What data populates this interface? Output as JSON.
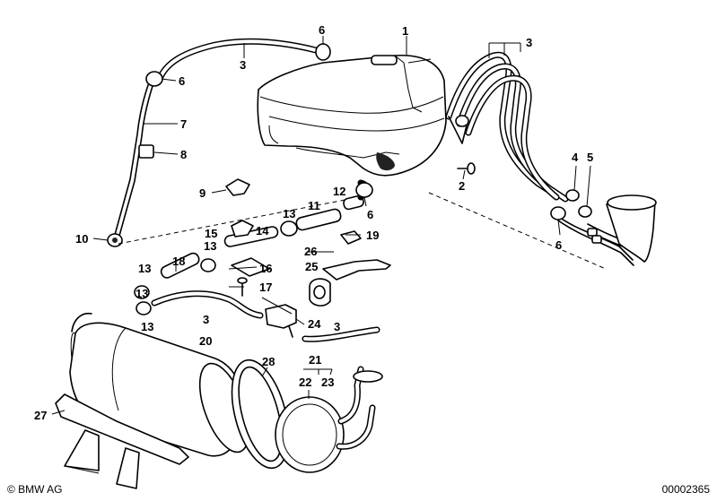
{
  "diagram": {
    "callouts": [
      {
        "id": "c1",
        "label": "1"
      },
      {
        "id": "c2",
        "label": "2"
      },
      {
        "id": "c3a",
        "label": "3"
      },
      {
        "id": "c3b",
        "label": "3"
      },
      {
        "id": "c3c",
        "label": "3"
      },
      {
        "id": "c3d",
        "label": "3"
      },
      {
        "id": "c4",
        "label": "4"
      },
      {
        "id": "c5",
        "label": "5"
      },
      {
        "id": "c6a",
        "label": "6"
      },
      {
        "id": "c6b",
        "label": "6"
      },
      {
        "id": "c6c",
        "label": "6"
      },
      {
        "id": "c6d",
        "label": "6"
      },
      {
        "id": "c7",
        "label": "7"
      },
      {
        "id": "c8",
        "label": "8"
      },
      {
        "id": "c9",
        "label": "9"
      },
      {
        "id": "c10",
        "label": "10"
      },
      {
        "id": "c11",
        "label": "11"
      },
      {
        "id": "c12",
        "label": "12"
      },
      {
        "id": "c13a",
        "label": "13"
      },
      {
        "id": "c13b",
        "label": "13"
      },
      {
        "id": "c13c",
        "label": "13"
      },
      {
        "id": "c13d",
        "label": "13"
      },
      {
        "id": "c13e",
        "label": "13"
      },
      {
        "id": "c14",
        "label": "14"
      },
      {
        "id": "c15",
        "label": "15"
      },
      {
        "id": "c16",
        "label": "16"
      },
      {
        "id": "c17",
        "label": "17"
      },
      {
        "id": "c18",
        "label": "18"
      },
      {
        "id": "c19",
        "label": "19"
      },
      {
        "id": "c20",
        "label": "20"
      },
      {
        "id": "c21",
        "label": "21"
      },
      {
        "id": "c22",
        "label": "22"
      },
      {
        "id": "c23",
        "label": "23"
      },
      {
        "id": "c24",
        "label": "24"
      },
      {
        "id": "c25",
        "label": "25"
      },
      {
        "id": "c26",
        "label": "26"
      },
      {
        "id": "c27",
        "label": "27"
      },
      {
        "id": "c28",
        "label": "28"
      }
    ]
  },
  "footer": {
    "copyright": "© BMW AG",
    "doc_number": "00002365"
  }
}
